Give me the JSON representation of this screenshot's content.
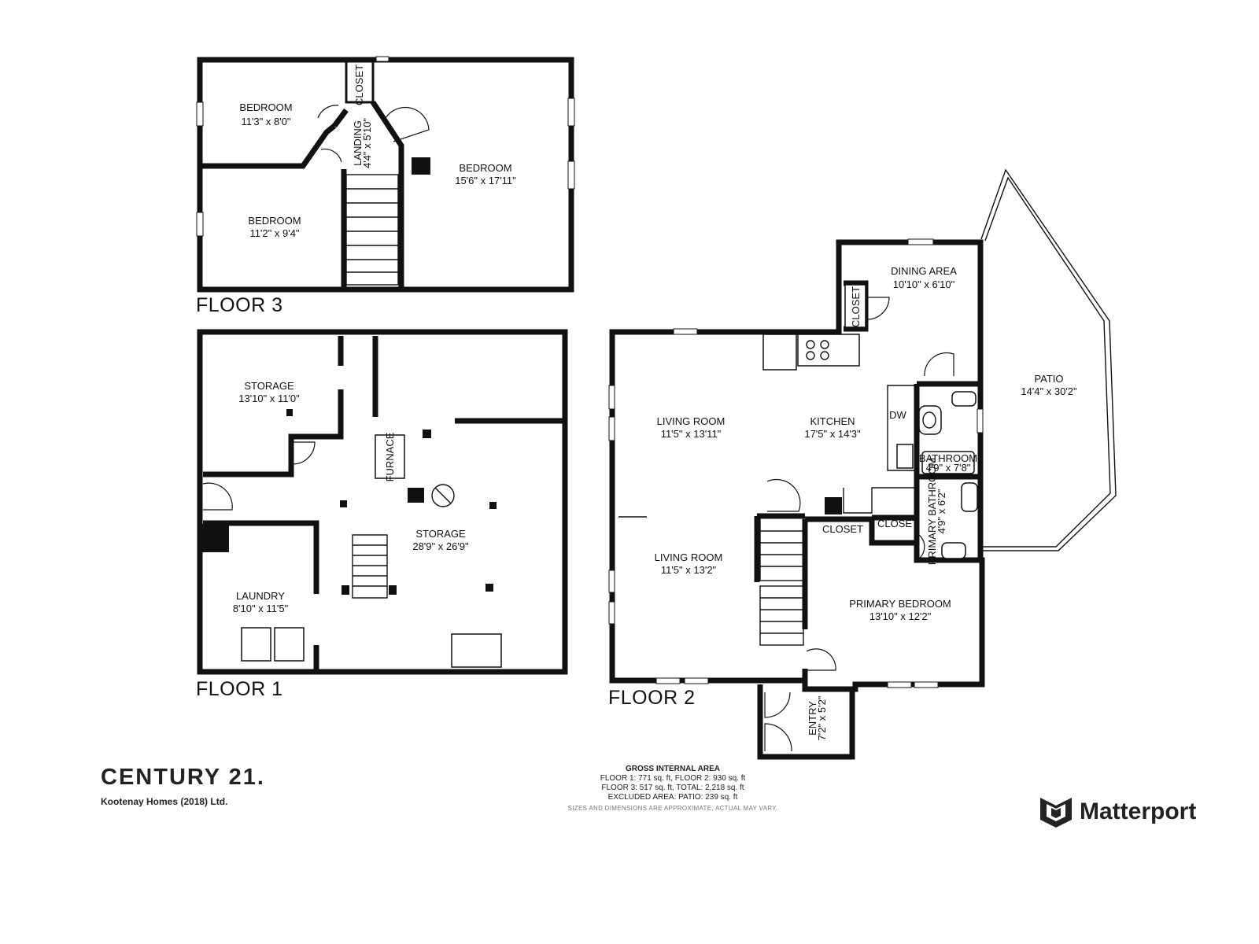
{
  "floors": {
    "floor3": {
      "label": "FLOOR 3",
      "rooms": [
        {
          "name": "BEDROOM",
          "dims": "11'3\" x 8'0\""
        },
        {
          "name": "BEDROOM",
          "dims": "11'2\" x 9'4\""
        },
        {
          "name": "BEDROOM",
          "dims": "15'6\" x 17'11\""
        },
        {
          "name": "LANDING",
          "dims": "4'4\" x 5'10\""
        },
        {
          "name": "CLOSET",
          "dims": ""
        }
      ]
    },
    "floor1": {
      "label": "FLOOR 1",
      "rooms": [
        {
          "name": "STORAGE",
          "dims": "13'10\" x 11'0\""
        },
        {
          "name": "STORAGE",
          "dims": "28'9\" x 26'9\""
        },
        {
          "name": "LAUNDRY",
          "dims": "8'10\" x 11'5\""
        },
        {
          "name": "FURNACE",
          "dims": ""
        }
      ]
    },
    "floor2": {
      "label": "FLOOR 2",
      "rooms": [
        {
          "name": "LIVING ROOM",
          "dims": "11'5\" x 13'11\""
        },
        {
          "name": "LIVING ROOM",
          "dims": "11'5\" x 13'2\""
        },
        {
          "name": "KITCHEN",
          "dims": "17'5\" x 14'3\""
        },
        {
          "name": "DINING AREA",
          "dims": "10'10\" x 6'10\""
        },
        {
          "name": "CLOSET",
          "dims": ""
        },
        {
          "name": "PATIO",
          "dims": "14'4\" x 30'2\""
        },
        {
          "name": "BATHROOM",
          "dims": "4'9\" x 7'8\""
        },
        {
          "name": "PRIMARY BATHROOM",
          "dims": "4'9\" x 6'2\""
        },
        {
          "name": "CLOSET",
          "dims": ""
        },
        {
          "name": "CLOSET",
          "dims": ""
        },
        {
          "name": "PRIMARY BEDROOM",
          "dims": "13'10\" x 12'2\""
        },
        {
          "name": "ENTRY",
          "dims": "7'2\" x 5'2\""
        },
        {
          "name": "DW",
          "dims": ""
        }
      ]
    }
  },
  "area_summary": {
    "title": "GROSS INTERNAL AREA",
    "line1": "FLOOR 1: 771 sq. ft, FLOOR 2: 930 sq. ft",
    "line2": "FLOOR 3: 517 sq. ft, TOTAL: 2,218 sq. ft",
    "line3": "EXCLUDED AREA: PATIO: 239 sq. ft",
    "note": "SIZES AND DIMENSIONS ARE APPROXIMATE, ACTUAL MAY VARY."
  },
  "branding": {
    "agency_name": "CENTURY 21.",
    "agency_sub": "Kootenay Homes (2018) Ltd.",
    "vendor_name": "Matterport",
    "vendor_icon": "matterport-cube-icon"
  }
}
